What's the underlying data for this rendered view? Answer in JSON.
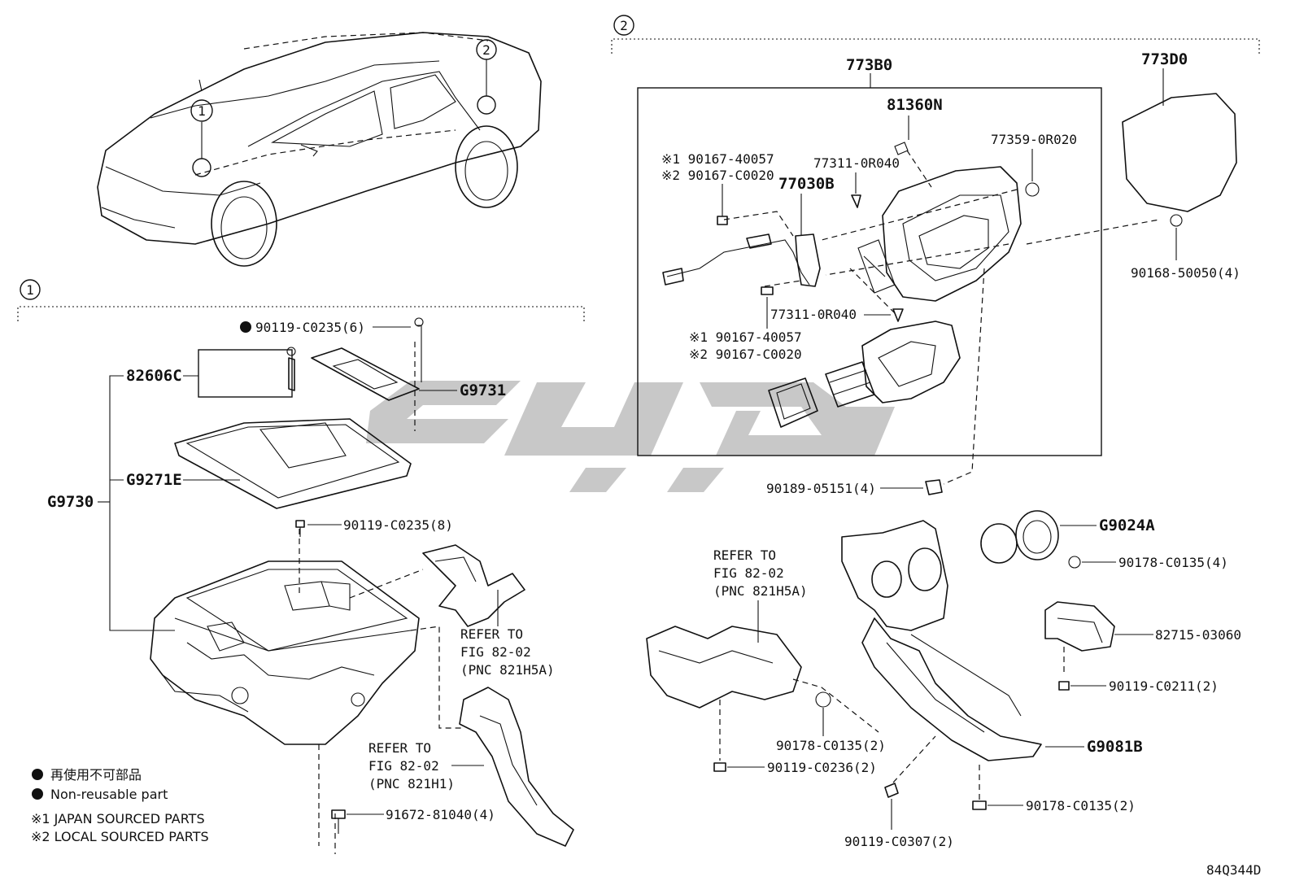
{
  "sections": {
    "one": "1",
    "two": "2"
  },
  "location_markers": {
    "one": "1",
    "two": "2"
  },
  "labels": {
    "s1_bolt_top": "90119-C0235(6)",
    "s1_82606c": "82606C",
    "s1_g9731": "G9731",
    "s1_g9271e": "G9271E",
    "s1_g9730": "G9730",
    "s1_bolt_mid": "90119-C0235(8)",
    "s1_refer1_a": "REFER TO",
    "s1_refer1_b": "FIG 82-02",
    "s1_refer1_c": "(PNC 821H5A)",
    "s1_refer2_a": "REFER TO",
    "s1_refer2_b": "FIG 82-02",
    "s1_refer2_c": "(PNC 821H1)",
    "s1_bolt_bottom": "91672-81040(4)",
    "s2_773b0": "773B0",
    "s2_773d0": "773D0",
    "s2_81360n": "81360N",
    "s2_77359": "77359-0R020",
    "s2_note1_a": "※1 90167-40057",
    "s2_note1_b": "※2 90167-C0020",
    "s2_77311_top": "77311-0R040",
    "s2_77030b": "77030B",
    "s2_90168": "90168-50050(4)",
    "s2_77311_bottom": "77311-0R040",
    "s2_note2_a": "※1 90167-40057",
    "s2_note2_b": "※2 90167-C0020",
    "s2_90189": "90189-05151(4)",
    "s2_g9024a": "G9024A",
    "s2_90178_a": "90178-C0135(4)",
    "s2_refer_a": "REFER TO",
    "s2_refer_b": "FIG 82-02",
    "s2_refer_c": "(PNC 821H5A)",
    "s2_82715": "82715-03060",
    "s2_90119_c0211": "90119-C0211(2)",
    "s2_90178_b": "90178-C0135(2)",
    "s2_g9081b": "G9081B",
    "s2_90119_c0236": "90119-C0236(2)",
    "s2_90178_c": "90178-C0135(2)",
    "s2_90119_c0307": "90119-C0307(2)"
  },
  "legend": {
    "non_reusable_jp": "再使用不可部品",
    "non_reusable_en": "Non-reusable part",
    "note1": "※1 JAPAN SOURCED PARTS",
    "note2": "※2 LOCAL SOURCED PARTS"
  },
  "diagram_code": "84Q344D",
  "colors": {
    "line": "#111111",
    "watermark": "#9a9a9a",
    "background": "#ffffff"
  }
}
